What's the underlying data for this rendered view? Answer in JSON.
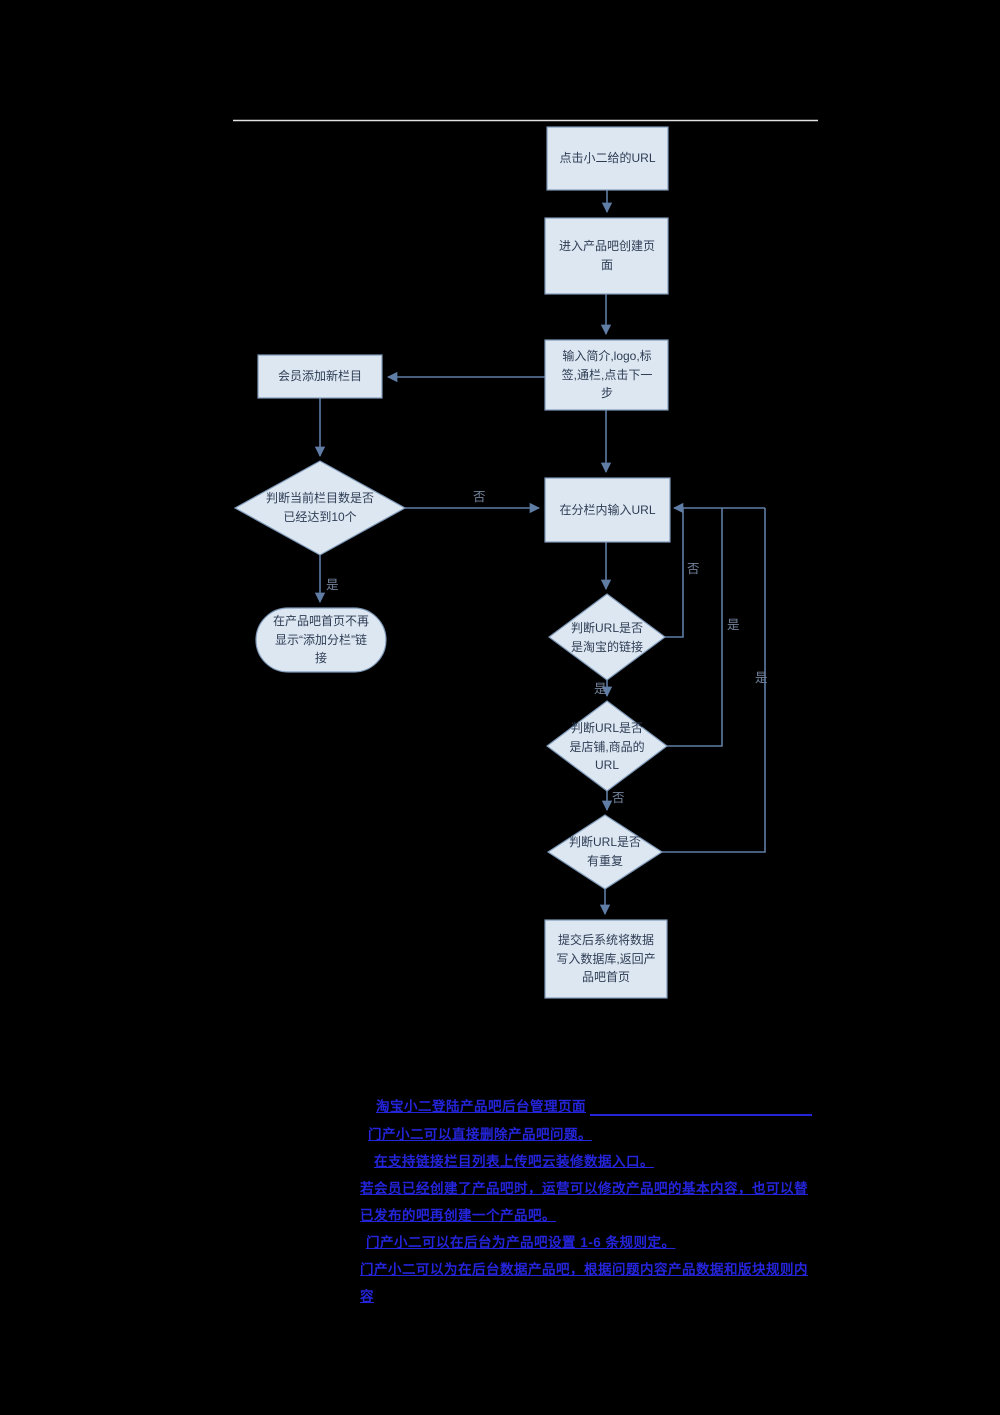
{
  "flowchart": {
    "nodes": {
      "start": "点击小二给的URL",
      "enter_page": "进入产品吧创建页面",
      "input_info": "输入简介,logo,标签,通栏,点击下一步",
      "member_add_column": "会员添加新栏目",
      "check_column_count": "判断当前栏目数是否已经达到10个",
      "hide_add_link": "在产品吧首页不再显示“添加分栏”链接",
      "input_url": "在分栏内输入URL",
      "check_taobao": "判断URL是否是淘宝的链接",
      "check_shop_item": "判断URL是否是店铺,商品的URL",
      "check_duplicate": "判断URL是否有重复",
      "submit": "提交后系统将数据写入数据库,返回产品吧首页"
    },
    "labels": {
      "count_no": "否",
      "count_yes": "是",
      "taobao_no": "否",
      "taobao_yes": "是",
      "shop_yes": "是",
      "shop_no": "否",
      "dup_yes": "是"
    }
  },
  "notes": [
    "淘宝小二登陆产品吧后台管理页面",
    "门产小二可以直接删除产品吧问题。",
    "在支持链接栏目列表上传吧云装修数据入口。",
    "若会员已经创建了产品吧时，运营可以修改产品吧的基本内容，也可以替已发布的吧再创建一个产品吧。",
    "门产小二可以在后台为产品吧设置 1-6 条规则定。",
    "门产小二可以为在后台数据产品吧，根据问题内容产品数据和版块规则内容"
  ],
  "colors": {
    "node_fill": "#dde7f2",
    "node_border": "#7e99b8",
    "connector": "#5f7da5",
    "note_blue": "#2424da",
    "top_rule": "#e2e2e2"
  }
}
